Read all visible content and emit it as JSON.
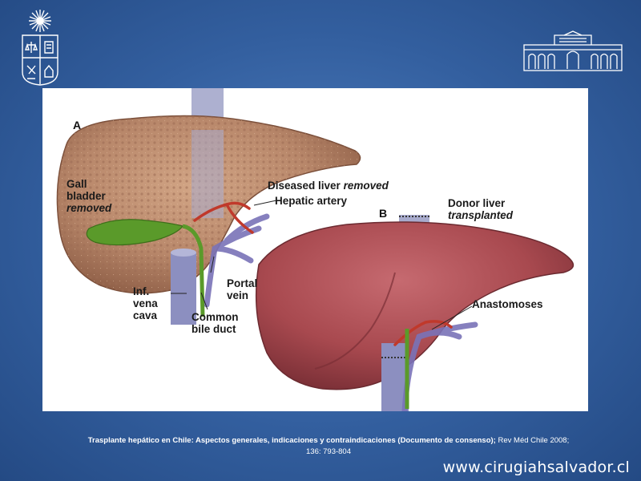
{
  "figure": {
    "panel_a": "A",
    "panel_b": "B",
    "labels": {
      "gall_1": "Gall",
      "gall_2": "bladder",
      "gall_3": "removed",
      "diseased_1": "Diseased liver ",
      "diseased_2": "removed",
      "hepatic_artery": "Hepatic artery",
      "donor_1": "Donor liver",
      "donor_2": "transplanted",
      "inf_1": "Inf.",
      "inf_2": "vena",
      "inf_3": "cava",
      "portal_1": "Portal",
      "portal_2": "vein",
      "common_1": "Common",
      "common_2": "bile duct",
      "anastomoses": "Anastomoses"
    }
  },
  "caption": {
    "bold_text": "Trasplante hepático en Chile: Aspectos generales, indicaciones y contraindicaciones (Documento de consenso);",
    "normal_text": " Rev Méd Chile 2008;",
    "line2": "136: 793-804"
  },
  "website": "www.cirugiahsalvador.cl",
  "colors": {
    "background": "#335f9f",
    "diseased_liver": "#b8876a",
    "donor_liver": "#a8494f",
    "gallbladder": "#5a9a2a",
    "vessels": "#7a73b8"
  }
}
